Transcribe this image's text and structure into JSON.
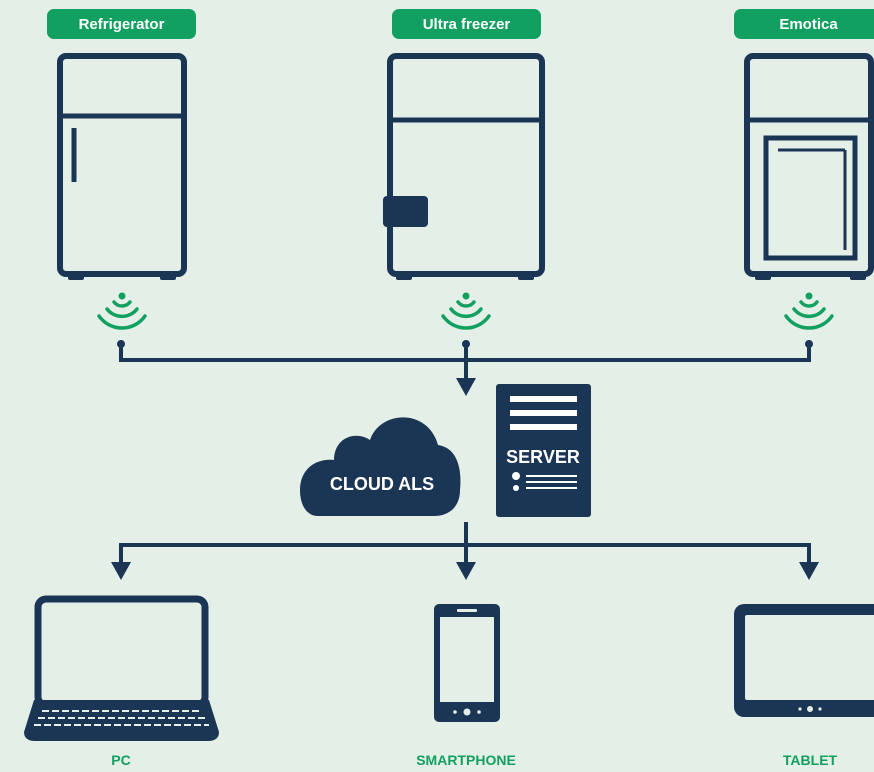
{
  "appliances": [
    {
      "label": "Refrigerator",
      "icon": "refrigerator-icon"
    },
    {
      "label": "Ultra freezer",
      "icon": "ultra-freezer-icon"
    },
    {
      "label": "Emotica",
      "icon": "emotica-icon"
    }
  ],
  "cloud": {
    "label": "CLOUD ALS",
    "icon": "cloud-icon"
  },
  "server": {
    "label": "SERVER",
    "icon": "server-icon"
  },
  "devices": [
    {
      "label": "PC",
      "icon": "laptop-icon"
    },
    {
      "label": "SMARTPHONE",
      "icon": "smartphone-icon"
    },
    {
      "label": "TABLET",
      "icon": "tablet-icon"
    }
  ],
  "colors": {
    "background": "#e4efe8",
    "accent_green": "#12a060",
    "navy": "#1b3555"
  }
}
